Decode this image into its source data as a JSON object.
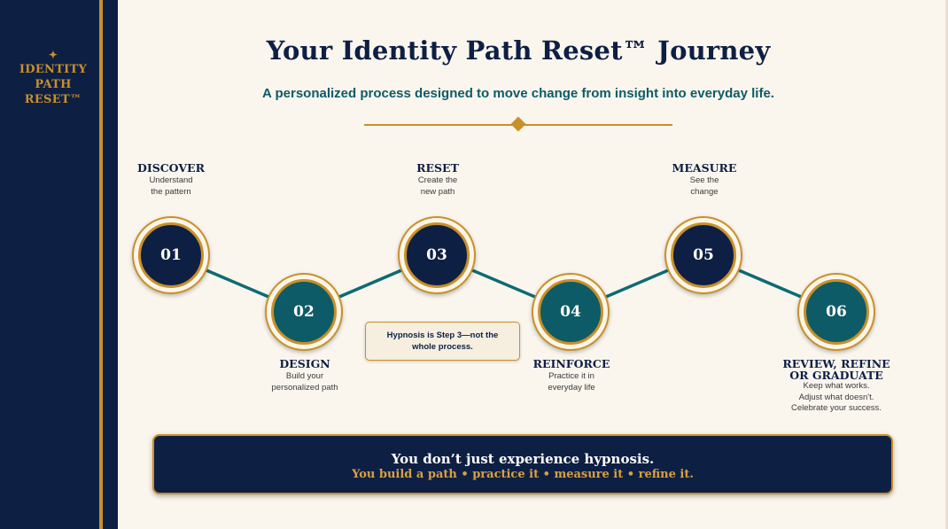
{
  "brand": {
    "logo_star": "✦",
    "logo_lines": [
      "IDENTITY",
      "PATH",
      "RESET™"
    ]
  },
  "header": {
    "title": "Your Identity Path Reset™ Journey",
    "subtitle": "A personalized process designed to move change from insight into everyday life."
  },
  "steps": [
    {
      "number": "01",
      "title": "DISCOVER",
      "title_lines": [
        "DISCOVER"
      ],
      "desc_lines": [
        "Understand",
        "the pattern"
      ]
    },
    {
      "number": "02",
      "title": "DESIGN",
      "title_lines": [
        "DESIGN"
      ],
      "desc_lines": [
        "Build your",
        "personalized path"
      ]
    },
    {
      "number": "03",
      "title": "RESET",
      "title_lines": [
        "RESET"
      ],
      "desc_lines": [
        "Create the",
        "new path"
      ]
    },
    {
      "number": "04",
      "title": "REINFORCE",
      "title_lines": [
        "REINFORCE"
      ],
      "desc_lines": [
        "Practice it in",
        "everyday life"
      ]
    },
    {
      "number": "05",
      "title": "MEASURE",
      "title_lines": [
        "MEASURE"
      ],
      "desc_lines": [
        "See the",
        "change"
      ]
    },
    {
      "number": "06",
      "title": "REVIEW, REFINE OR GRADUATE",
      "title_lines": [
        "REVIEW, REFINE",
        "OR GRADUATE"
      ],
      "desc_lines": [
        "Keep what works.",
        "Adjust what doesn't.",
        "Celebrate your success."
      ]
    }
  ],
  "note": {
    "text": "Hypnosis is Step 3—not the whole process."
  },
  "banner": {
    "line1": "You don’t just experience hypnosis.",
    "line2": "You build a path • practice it • measure it • refine it."
  },
  "colors": {
    "navy": "#0e1f44",
    "teal": "#0d5b66",
    "gold": "#c8902a",
    "background": "#faf6ee"
  }
}
